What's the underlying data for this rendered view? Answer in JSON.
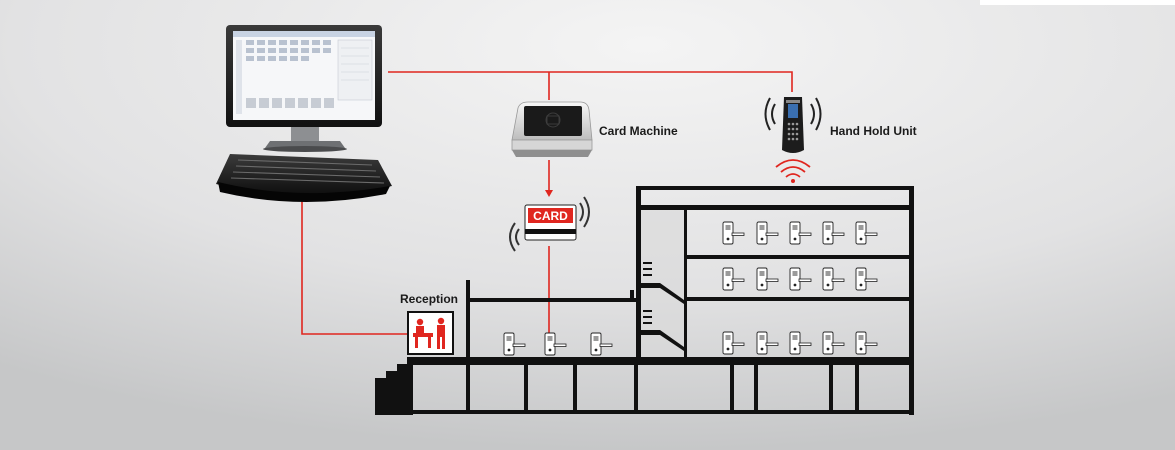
{
  "labels": {
    "card_machine": "Card Machine",
    "hand_hold_unit": "Hand Hold Unit",
    "reception": "Reception",
    "card": "CARD"
  },
  "colors": {
    "background_light": "#f2f2f2",
    "background_dark": "#c9cacb",
    "connector_red": "#e0261f",
    "building_black": "#111111"
  },
  "icons": {
    "computer": "desktop-monitor-icon",
    "keyboard": "keyboard-icon",
    "card_machine": "card-encoder-icon",
    "handheld": "handheld-device-icon",
    "card": "key-card-icon",
    "reception": "reception-desk-icon",
    "door_lock": "door-lock-icon",
    "signal": "wireless-signal-icon"
  }
}
